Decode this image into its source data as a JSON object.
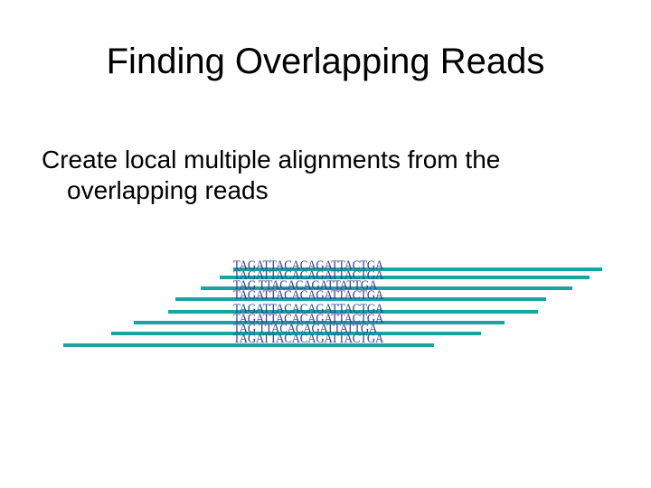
{
  "slide": {
    "title": "Finding Overlapping Reads",
    "bullet": "Create local multiple alignments from the overlapping reads"
  },
  "alignment": {
    "bar_color": "#1aa3a3",
    "text_color": "#2e3d8f",
    "reads": [
      {
        "sequence": "TAGATTACACAGATTACTGA"
      },
      {
        "sequence": "TAGATTACACAGATTACTGA"
      },
      {
        "sequence": "TAG TTACACAGATTATTGA"
      },
      {
        "sequence": "TAGATTACACAGATTACTGA"
      },
      {
        "sequence": "TAGATTACACAGATTACTGA"
      },
      {
        "sequence": "TAGATTACACAGATTACTGA"
      },
      {
        "sequence": "TAG TTACACAGATTATTGA"
      },
      {
        "sequence": "TAGATTACACAGATTACTGA"
      }
    ]
  }
}
